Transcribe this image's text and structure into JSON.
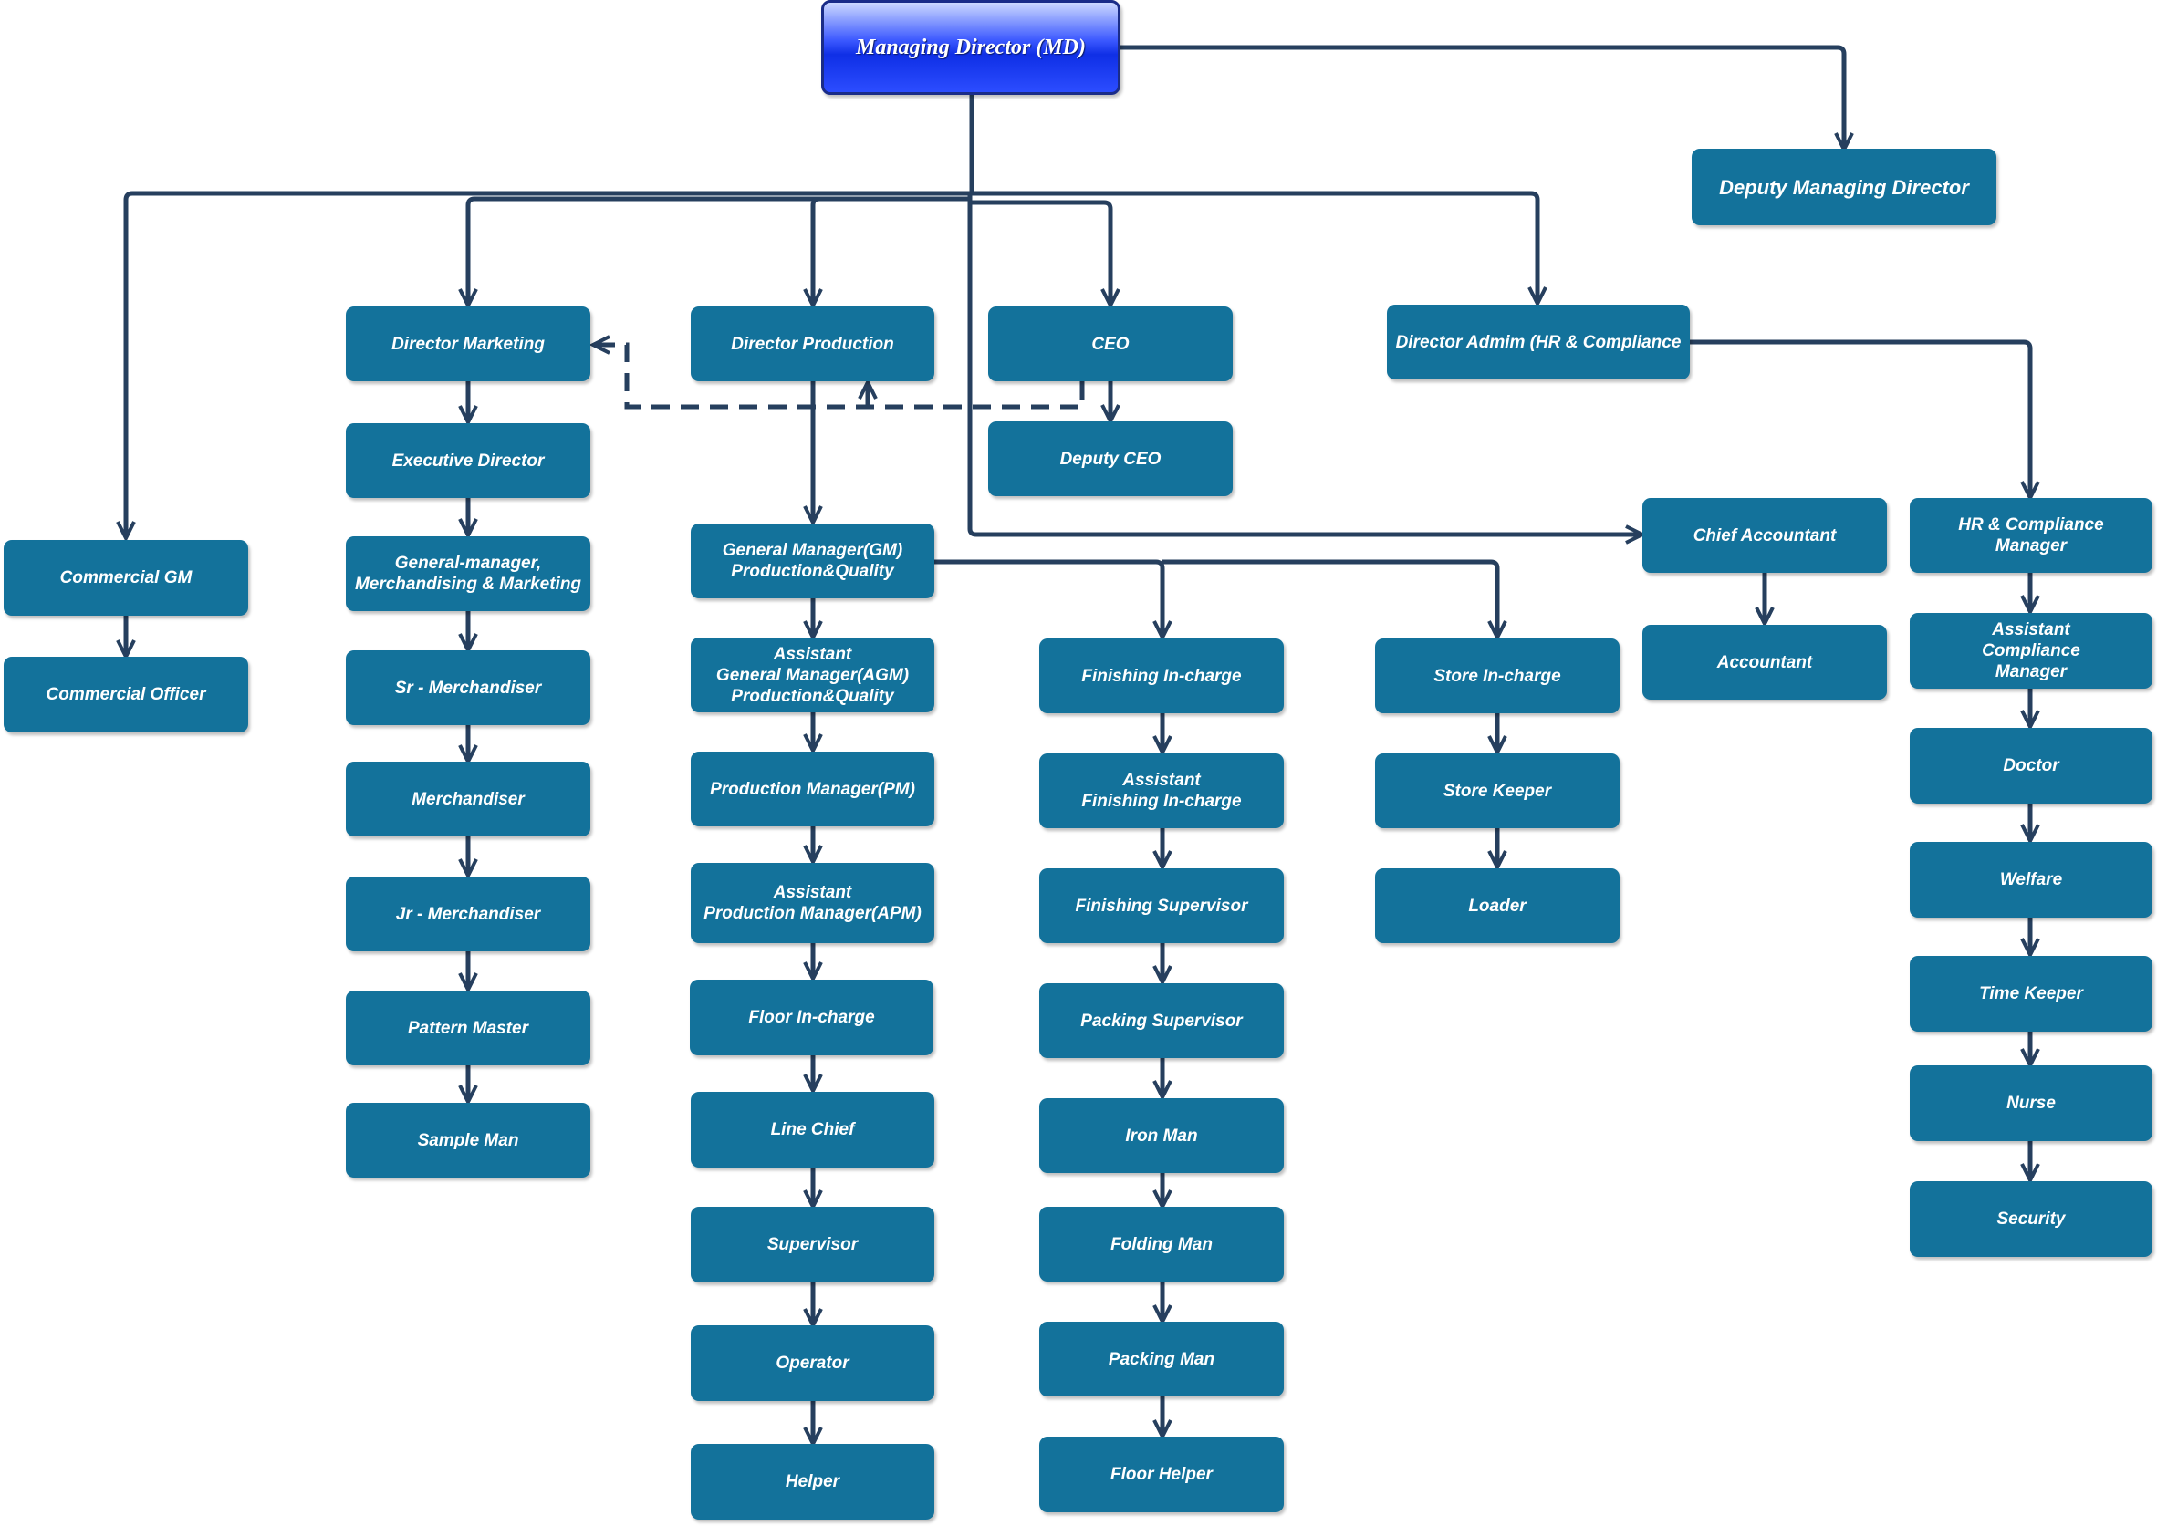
{
  "colors": {
    "box": "#13729b",
    "connector": "#263f5e",
    "md_box": "#1a3bff",
    "text": "#ffffff"
  },
  "nodes": {
    "md": "Managing Director (MD)",
    "dmd": "Deputy Managing Director",
    "commercial_gm": "Commercial GM",
    "commercial_officer": "Commercial Officer",
    "director_marketing": "Director Marketing",
    "executive_director": "Executive Director",
    "gm_merch": "General-manager,\nMerchandising & Marketing",
    "sr_merch": "Sr - Merchandiser",
    "merch": "Merchandiser",
    "jr_merch": "Jr - Merchandiser",
    "pattern_master": "Pattern Master",
    "sample_man": "Sample Man",
    "director_production": "Director Production",
    "gm_production": "General Manager(GM)\nProduction&Quality",
    "agm_production": "Assistant\nGeneral Manager(AGM)\nProduction&Quality",
    "pm": "Production Manager(PM)",
    "apm": "Assistant\nProduction Manager(APM)",
    "floor_incharge": "Floor In-charge",
    "line_chief": "Line Chief",
    "supervisor": "Supervisor",
    "operator": "Operator",
    "helper": "Helper",
    "ceo": "CEO",
    "deputy_ceo": "Deputy CEO",
    "finishing_incharge": "Finishing In-charge",
    "asst_finishing_incharge": "Assistant\nFinishing In-charge",
    "finishing_supervisor": "Finishing Supervisor",
    "packing_supervisor": "Packing Supervisor",
    "iron_man": "Iron Man",
    "folding_man": "Folding Man",
    "packing_man": "Packing Man",
    "floor_helper": "Floor Helper",
    "store_incharge": "Store In-charge",
    "store_keeper": "Store Keeper",
    "loader": "Loader",
    "director_admin": "Director Admim (HR & Compliance",
    "chief_accountant": "Chief Accountant",
    "accountant": "Accountant",
    "hr_manager": "HR & Compliance\nManager",
    "asst_compliance": "Assistant\nCompliance\nManager",
    "doctor": "Doctor",
    "welfare": "Welfare",
    "time_keeper": "Time Keeper",
    "nurse": "Nurse",
    "security": "Security"
  }
}
